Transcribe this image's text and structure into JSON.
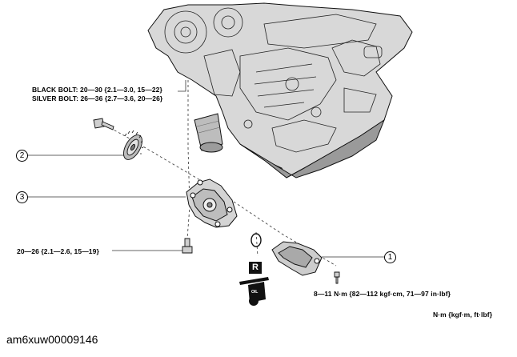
{
  "torque": {
    "black_bolt": "BLACK BOLT: 20—30 {2.1—3.0, 15—22}",
    "silver_bolt": "SILVER BOLT: 26—36 {2.7—3.6, 20—26}",
    "pump_bolt": "20—26 {2.1—2.6, 15—19}",
    "cover_bolt": "8—11 N·m {82—112 kgf·cm, 71—97 in·lbf}",
    "units": "N·m {kgf·m, ft·lbf}"
  },
  "callouts": {
    "c1": "1",
    "c2": "2",
    "c3": "3"
  },
  "symbols": {
    "replace": "R",
    "oil": "OIL"
  },
  "caption": "am6xuw00009146"
}
